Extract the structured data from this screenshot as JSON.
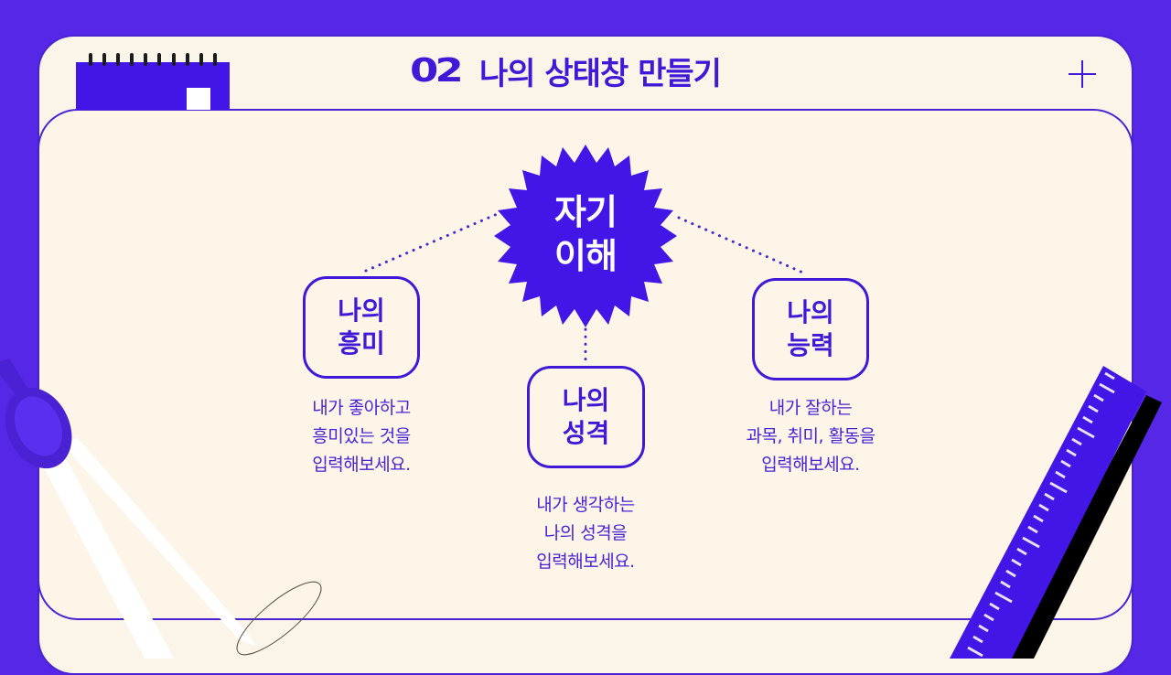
{
  "header": {
    "number": "02",
    "title": "나의 상태창 만들기",
    "plus_icon": "plus-icon"
  },
  "center": {
    "label": "자기\n이해",
    "line1": "자기",
    "line2": "이해"
  },
  "nodes": [
    {
      "title": "나의\n흥미",
      "description": "내가 좋아하고\n흥미있는 것을\n입력해보세요."
    },
    {
      "title": "나의\n성격",
      "description": "내가 생각하는\n나의 성격을\n입력해보세요."
    },
    {
      "title": "나의\n능력",
      "description": "내가 잘하는\n과목, 취미, 활동을\n입력해보세요."
    }
  ],
  "colors": {
    "background": "#5627e6",
    "card": "#fdf5e8",
    "accent": "#3f18d8",
    "ruler_shadow": "#000000"
  },
  "decorations": [
    "calendar-icon",
    "compass-icon",
    "ruler-icon"
  ]
}
